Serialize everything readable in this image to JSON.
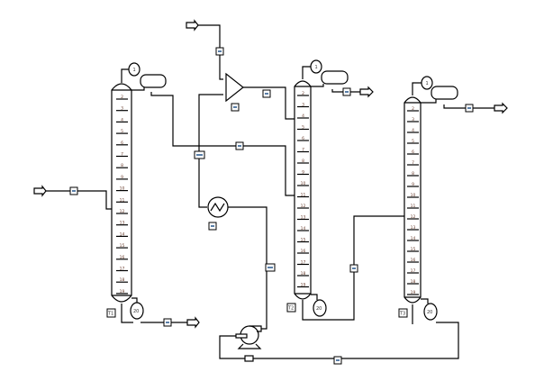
{
  "stages": [
    "2",
    "3",
    "4",
    "5",
    "6",
    "7",
    "8",
    "9",
    "10",
    "11",
    "12",
    "13",
    "14",
    "15",
    "16",
    "17",
    "18",
    "19"
  ],
  "condenser_label": "1",
  "reboiler_label": "20",
  "columns": [
    {
      "tag": "T1"
    },
    {
      "tag": "T2"
    },
    {
      "tag": "T3"
    }
  ],
  "colors": {
    "line": "#000000",
    "stage_text": "#6b3e2e",
    "stream_tag": "#5a7fa8"
  }
}
